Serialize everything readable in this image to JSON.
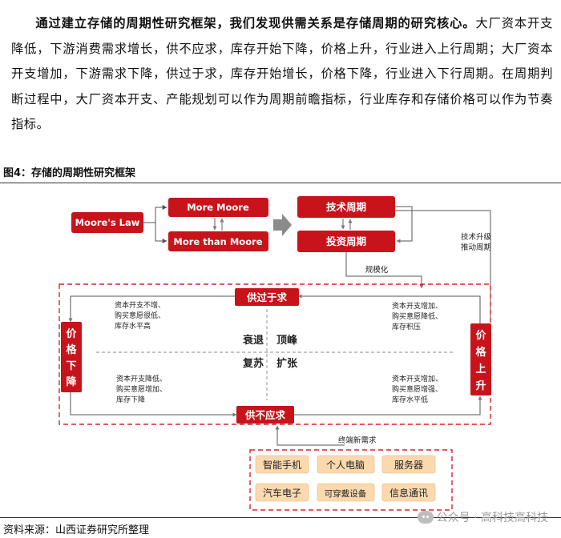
{
  "paragraph": {
    "lead": "通过建立存储的周期性研究框架，我们发现供需关系是存储周期的研究核心。",
    "body": "大厂资本开支降低，下游消费需求增长，供不应求，库存开始下降，价格上升，行业进入上行周期；大厂资本开支增加，下游需求下降，供过于求，库存开始增长，价格下降，行业进入下行周期。在周期判断过程中，大厂资本开支、产能规划可以作为周期前瞻指标，行业库存和存储价格可以作为节奏指标。"
  },
  "figure": {
    "caption": "图4：存储的周期性研究框架",
    "source": "资料来源：山西证券研究所整理",
    "watermark": "公众号 · 高科技高科技",
    "colors": {
      "red": "#c8131b",
      "dashed": "#d9252b",
      "line": "#666666",
      "arrow_grey": "#888888"
    },
    "diagram": {
      "moores_law": "Moore's Law",
      "more_moore": "More Moore",
      "more_than_moore": "More than Moore",
      "tech_cycle": "技术周期",
      "invest_cycle": "投资周期",
      "tech_upgrade": [
        "技术升级",
        "推动周期"
      ],
      "scale": "规模化",
      "oversupply": "供过于求",
      "undersupply": "供不应求",
      "price_down": [
        "价",
        "格",
        "下",
        "降"
      ],
      "price_up": [
        "价",
        "格",
        "上",
        "升"
      ],
      "q_tl": [
        "资本开支不增、",
        "购买意愿很低、",
        "库存水平高"
      ],
      "q_tr": [
        "资本开支增加、",
        "购买意愿降低、",
        "库存积压"
      ],
      "q_bl": [
        "资本开支降低、",
        "购买意愿增加、",
        "库存下降"
      ],
      "q_br": [
        "资本开支增加、",
        "购买意愿增强、",
        "库存水平低"
      ],
      "phase_recession": "衰退",
      "phase_peak": "顶峰",
      "phase_recovery": "复苏",
      "phase_expansion": "扩张",
      "demand_label": "终端新需求",
      "demand_items": [
        "智能手机",
        "个人电脑",
        "服务器",
        "汽车电子",
        "可穿戴设备",
        "信息通讯"
      ]
    }
  }
}
